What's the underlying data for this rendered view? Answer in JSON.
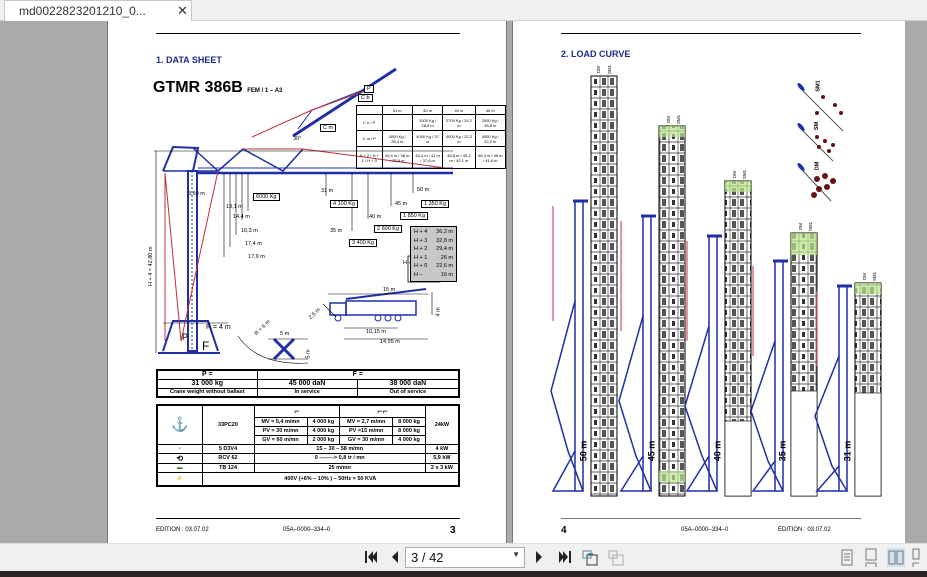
{
  "window": {
    "tab_title": "md0022823201210_0...",
    "close_glyph": "✕"
  },
  "left_page": {
    "section_title": "1. DATA SHEET",
    "model": "GTMR 386B",
    "model_norm": "FEM / 1 – A3",
    "diagram_labels": {
      "weight_3_5m": "3,50 m",
      "load_6000": "6000 Kg",
      "r13_1": "13,1 m",
      "r14_4": "14,4 m",
      "r16_3": "16,3 m",
      "r17_4": "17,4 m",
      "r17_9": "17,9 m",
      "r31": "31 m",
      "load_4100": "4 100 Kg",
      "r35": "35 m",
      "load_3400": "3 400 Kg",
      "r40": "40 m",
      "load_2600": "2 600 Kg",
      "r45": "45 m",
      "load_1850": "1 850 Kg",
      "r50": "50 m",
      "load_1350": "1 350 Kg",
      "height_label": "H + 4 = 42,80 m",
      "radius_r4": "R = 4 m",
      "p_label": "P",
      "f_label": "F",
      "angle": "30°",
      "cb_label": "C b",
      "cm_label": "C m",
      "p_small": "P",
      "swing_r": "R = 6 m",
      "base_5m_a": "5 m",
      "base_5m_b": "5 m",
      "truck_len": "15 m",
      "truck_height": "4 m",
      "truck_axle": "10,15 m",
      "truck_total": "14,95 m",
      "truck_front": "2,5 m",
      "hplus4": "H + 4"
    },
    "heights": [
      {
        "h": "H + 4",
        "v": "36,2 m"
      },
      {
        "h": "H + 3",
        "v": "32,8 m"
      },
      {
        "h": "H + 2",
        "v": "29,4 m"
      },
      {
        "h": "H + 1",
        "v": "26 m"
      },
      {
        "h": "H + 0",
        "v": "22,6 m"
      },
      {
        "h": "H –",
        "v": "16 m"
      }
    ],
    "mini_table": {
      "header": [
        "",
        "31 m",
        "30 m",
        "40 m",
        "40 m"
      ],
      "rows": [
        [
          "C b / P",
          "",
          "2000 Kg / 28,8 m",
          "2700 Kg / 24,2 m",
          "2000 Kg / 28,8 m"
        ],
        [
          "C m / P",
          "4000 Kg / 28,4 m",
          "4000 Kg / 27 m",
          "4000 Kg / 22,2 m",
          "4000 Kg / 22,2 m"
        ],
        [
          "H + 2 / H + 1 / H + 0",
          "40,4 m / 38 m / 33,8 m",
          "44,4 m / 41 m / 37,6 m",
          "48,8 m / 45,2 m / 42,1 m",
          "48,4 m / 45 m / 41,6 m"
        ]
      ]
    },
    "weights": {
      "p_header": "P =",
      "f_header": "F =",
      "p_value": "31 000 kg",
      "f_in_value": "45 000 daN",
      "f_out_value": "38 000 daN",
      "p_caption": "Crane weight without ballast",
      "f_in_caption": "In service",
      "f_out_caption": "Out of service"
    },
    "mechanisms": {
      "hoist": {
        "model": "33PC20",
        "power": "24kW",
        "left": [
          [
            "MV = 5,4 m/mn",
            "4 000 kg"
          ],
          [
            "PV = 30 m/mn",
            "4 000 kg"
          ],
          [
            "GV = 60 m/mn",
            "2 000 kg"
          ]
        ],
        "right": [
          [
            "MV = 2,7 m/mn",
            "8 000 kg"
          ],
          [
            "PV =15 m/mn",
            "8 000 kg"
          ],
          [
            "GV = 30 m/mn",
            "4 000 kg"
          ]
        ]
      },
      "trolley": {
        "model": "5 D3V4",
        "speed": "15 – 30 – 58 m/mn",
        "power": "4 kW"
      },
      "slewing": {
        "model": "RCV 62",
        "speed": "0 --------> 0,8 tr / mn",
        "power": "5,9 kW"
      },
      "travel": {
        "model": "TB 124",
        "speed": "25 m/mn",
        "power": "2 x 3 kW"
      },
      "supply": {
        "value": "400V (+6% – 10% ) – 50Hz = 50 KVA"
      }
    },
    "footer": {
      "edition": "EDITION :   03.07.02",
      "ref": "05A–0000–334–0",
      "page": "3"
    }
  },
  "right_page": {
    "section_title": "2. LOAD CURVE",
    "reeving_labels": [
      "SM1",
      "SM",
      "DM"
    ],
    "jibs": [
      {
        "label": "50 m",
        "cols": [
          "DM",
          "SM1"
        ]
      },
      {
        "label": "45 m",
        "cols": [
          "DM",
          "SM1"
        ]
      },
      {
        "label": "40 m",
        "cols": [
          "DM",
          "SM1"
        ]
      },
      {
        "label": "35 m",
        "cols": [
          "DM",
          "SM1"
        ]
      },
      {
        "label": "31 m",
        "cols": [
          "DM",
          "SM1"
        ]
      }
    ],
    "footer": {
      "page": "4",
      "ref": "05A–0000–334–0",
      "edition": "EDITION :   03.07.02"
    }
  },
  "toolbar": {
    "first_page": "first-page",
    "prev_page": "prev-page",
    "page_value": "3 / 42",
    "next_page": "next-page",
    "last_page": "last-page",
    "view_modes": [
      "single-page",
      "continuous",
      "two-page",
      "two-page-continuous"
    ],
    "active_view_mode": "two-page"
  },
  "colors": {
    "accent_blue": "#1c2a8c",
    "crane_blue": "#1f2fa8",
    "cable_red": "#c0303a",
    "highlight_green": "#b9e58a",
    "viewer_gray": "#aaaaaa"
  }
}
